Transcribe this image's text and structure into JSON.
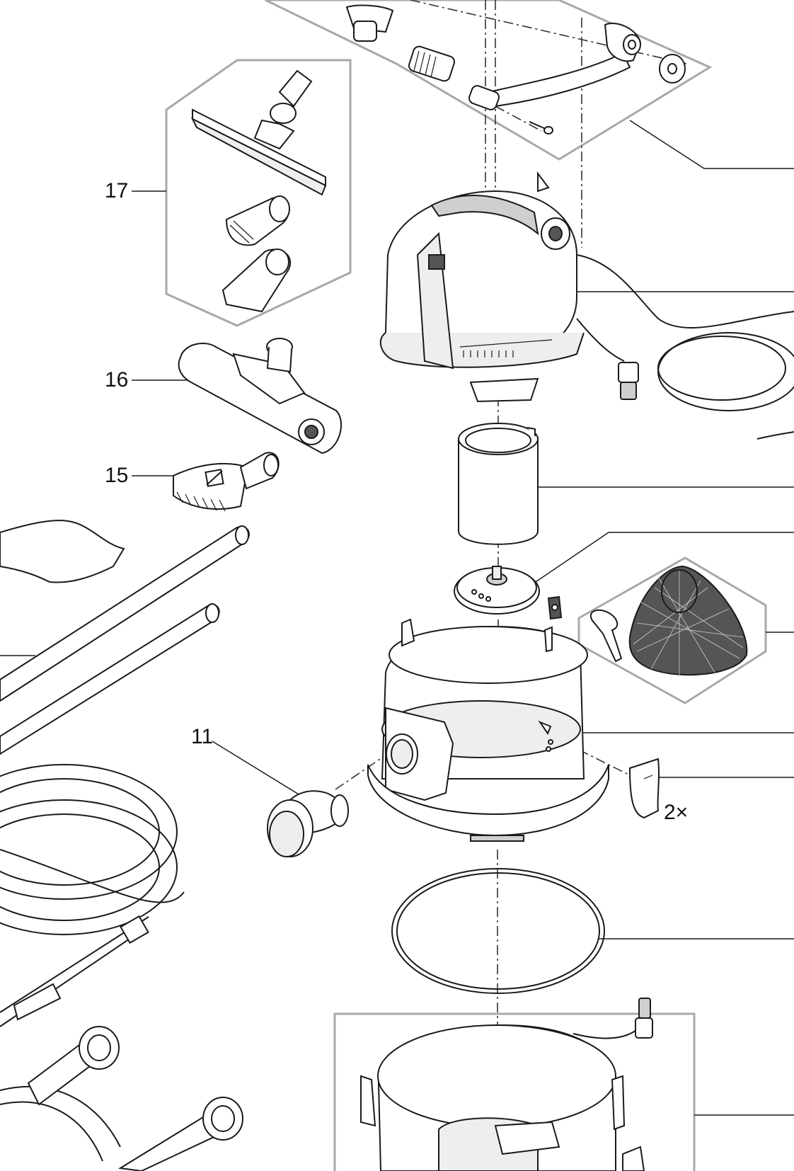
{
  "callouts": {
    "c17": "17",
    "c16": "16",
    "c15": "15",
    "c11": "11",
    "qty": "2×"
  },
  "colors": {
    "line": "#1a1a1a",
    "box": "#a8a8a8",
    "fill_dark": "#555555",
    "fill_mid": "#cfcfcf",
    "fill_light": "#eeeeee"
  }
}
